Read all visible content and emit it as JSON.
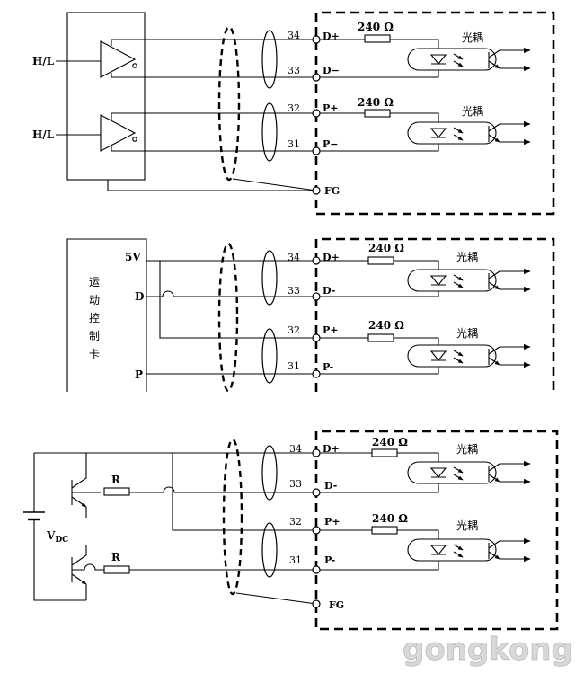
{
  "diagram1": {
    "inputs": [
      "H/L",
      "H/L"
    ],
    "pins": [
      "34",
      "33",
      "32",
      "31"
    ],
    "signals": [
      "D+",
      "D−",
      "P+",
      "P−",
      "FG"
    ],
    "resistors": [
      "240 Ω",
      "240 Ω"
    ],
    "optocouplers": [
      "光耦",
      "光耦"
    ]
  },
  "diagram2": {
    "card_chars": [
      "运",
      "动",
      "控",
      "制",
      "卡"
    ],
    "inputs": [
      "5V",
      "D",
      "P"
    ],
    "pins": [
      "34",
      "33",
      "32",
      "31"
    ],
    "signals": [
      "D+",
      "D-",
      "P+",
      "P-"
    ],
    "resistors": [
      "240 Ω",
      "240 Ω"
    ],
    "optocouplers": [
      "光耦",
      "光耦"
    ]
  },
  "diagram3": {
    "supply": "V",
    "supply_sub": "DC",
    "resistors_small": [
      "R",
      "R"
    ],
    "pins": [
      "34",
      "33",
      "32",
      "31"
    ],
    "signals": [
      "D+",
      "D-",
      "P+",
      "P-",
      "FG"
    ],
    "resistors": [
      "240 Ω",
      "240 Ω"
    ],
    "optocouplers": [
      "光耦",
      "光耦"
    ]
  },
  "watermark": "gongkong"
}
